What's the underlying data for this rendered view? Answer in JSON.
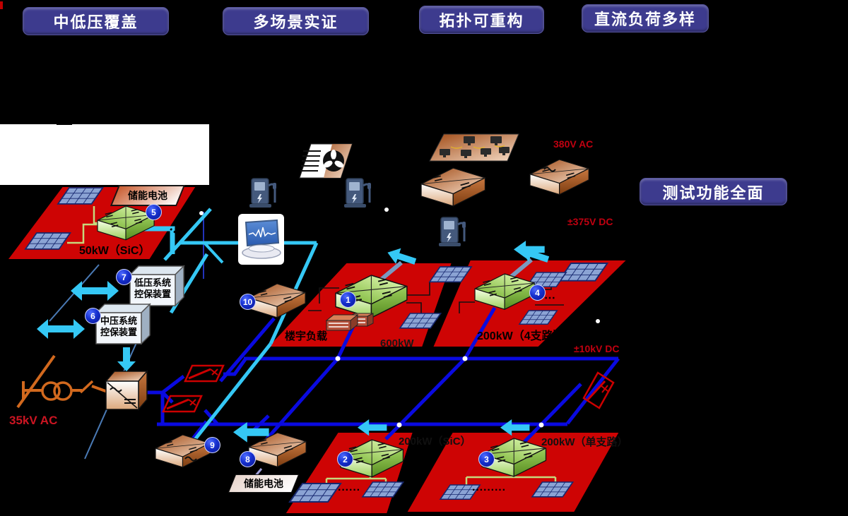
{
  "banners": {
    "b1": "中低压覆盖",
    "b2": "多场景实证",
    "b3": "拓扑可重构",
    "b4": "直流负荷多样",
    "b5": "测试功能全面"
  },
  "labels": {
    "v380": "380V AC",
    "v375": "±375V DC",
    "v10k": "±10kV DC",
    "v35k": "35kV AC",
    "pv50": "50kW（SiC）",
    "pv600": "600kW",
    "pv200_4": "200kW（4支路）",
    "pv200_sic": "200kW（SiC）",
    "pv200_single": "200kW（单支路）",
    "building": "楼宇负载",
    "battery_top": "储能电池",
    "battery_bottom": "储能电池",
    "lv_line1": "低压系统",
    "lv_line2": "控保装置",
    "mv_line1": "中压系统",
    "mv_line2": "控保装置",
    "dots_small": "······",
    "dots_big": "·········",
    "dots_tl": "⋯",
    "dots_b": "⋯"
  },
  "markers": [
    "1",
    "2",
    "3",
    "4",
    "5",
    "6",
    "7",
    "8",
    "9",
    "10"
  ],
  "colors": {
    "banner": "#3d3b8e",
    "platform_red": "#ce0404",
    "dc_bus_blue": "#0a0ae0",
    "comm_cyan": "#35c8f5",
    "ac_orange": "#d2691e",
    "label_red": "#c00010"
  }
}
